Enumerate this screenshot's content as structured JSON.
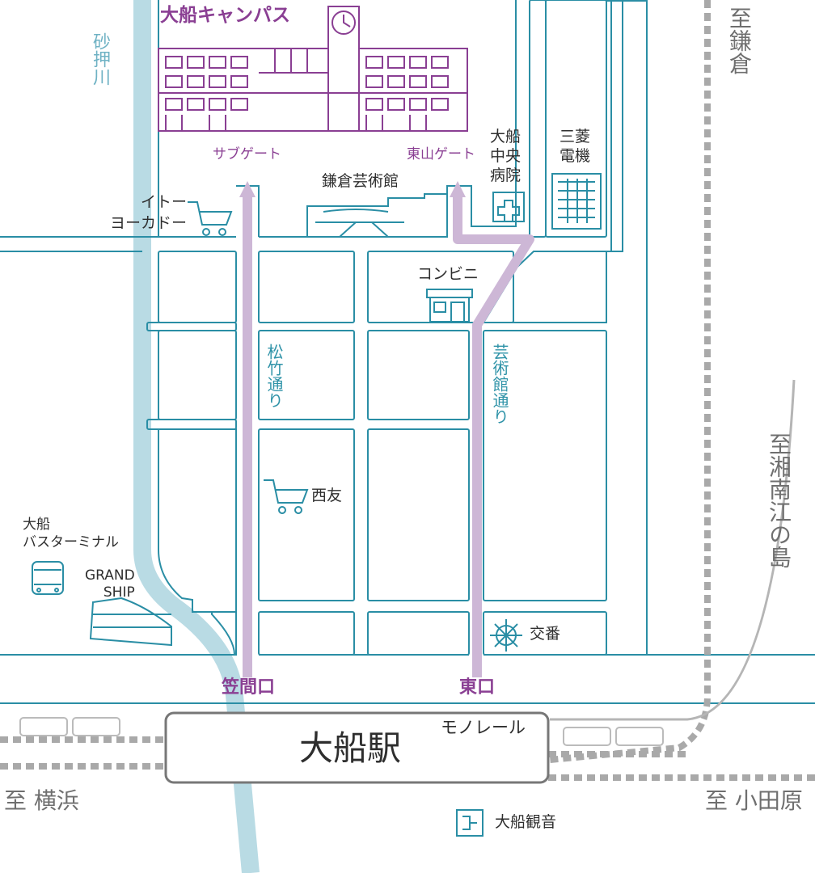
{
  "campus": {
    "name": "大船キャンパス",
    "sub_gate": "サブゲート",
    "east_gate": "東山ゲート"
  },
  "river": "砂押川",
  "streets": {
    "shochiku": "松竹通り",
    "geijutsukan": "芸術館通り"
  },
  "landmarks": {
    "itoyokado": "イトー\nヨーカドー",
    "kamakura_arts": "鎌倉芸術館",
    "hospital": "大船\n中央\n病院",
    "mitsubishi": "三菱\n電機",
    "convenience": "コンビニ",
    "seiyu": "西友",
    "bus_terminal": "大船\nバスターミナル",
    "grand_ship": "GRAND\nSHIP",
    "koban": "交番",
    "kannon": "大船観音"
  },
  "station": {
    "name": "大船駅",
    "kasama_exit": "笠間口",
    "east_exit": "東口",
    "monorail": "モノレール"
  },
  "directions": {
    "kamakura": "至鎌倉",
    "enoshima": "至湘南江の島",
    "yokohama": "至 横浜",
    "odawara": "至 小田原"
  },
  "colors": {
    "road": "#2a8ea5",
    "route": "#cdb7d6",
    "river": "#b9dbe4",
    "rail": "#a9a9a9",
    "campus": "#8a3f93"
  }
}
